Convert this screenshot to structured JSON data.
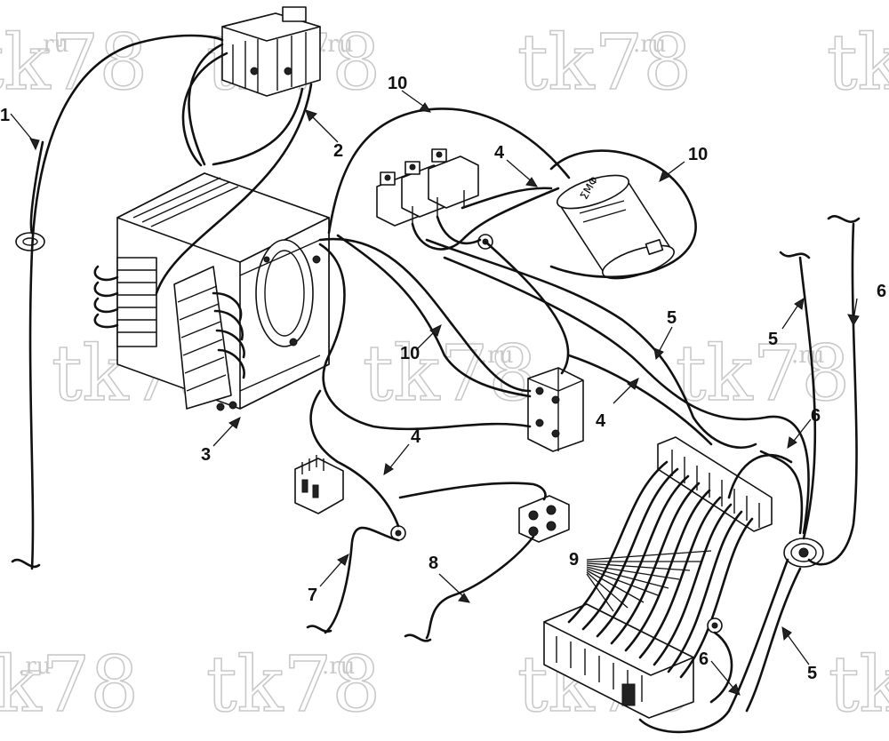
{
  "watermark": {
    "main": "tk78",
    "suffix": ".ru"
  },
  "callouts": {
    "c1": "1",
    "c2": "2",
    "c3": "3",
    "c4a": "4",
    "c4b": "4",
    "c4c": "4",
    "c5a": "5",
    "c5b": "5",
    "c5c": "5",
    "c6a": "6",
    "c6b": "6",
    "c6c": "6",
    "c7": "7",
    "c8": "8",
    "c9": "9",
    "c10a": "10",
    "c10b": "10",
    "c10c": "10"
  },
  "capacitor_label": "ΣΜΦ"
}
